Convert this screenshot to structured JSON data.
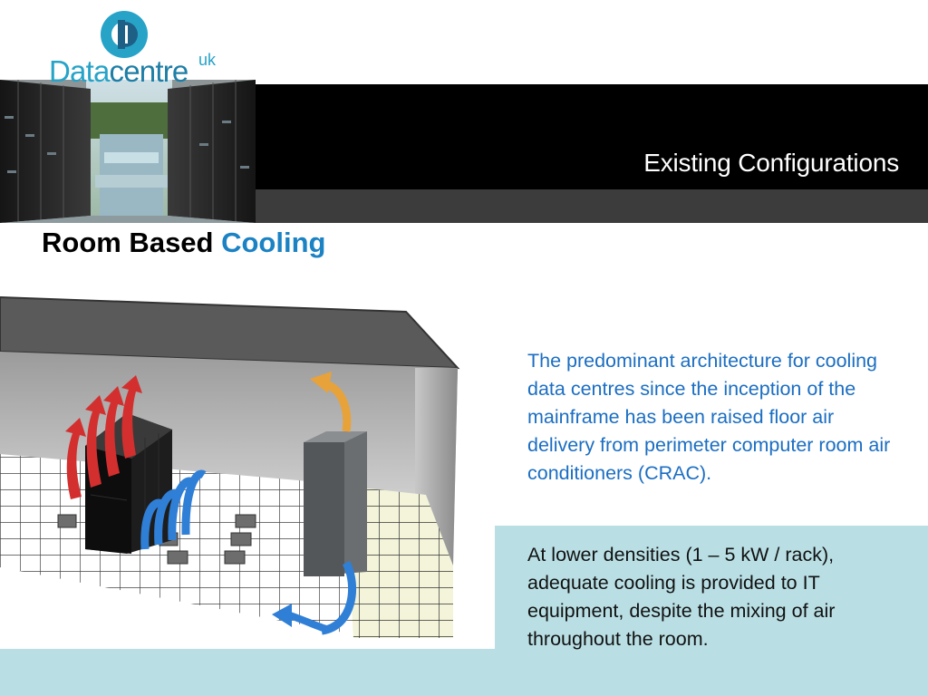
{
  "logo": {
    "brand_main": "Data",
    "brand_light": "centre",
    "brand_suffix": "uk"
  },
  "header": {
    "title": "Existing Configurations"
  },
  "slide": {
    "title_part1": "Room Based ",
    "title_part2": "Cooling"
  },
  "content": {
    "paragraph_1": "The predominant architecture for cooling data centres since the inception of the mainframe has been raised floor air delivery from perimeter computer room air conditioners (CRAC).",
    "paragraph_2": "At lower densities (1 – 5 kW / rack), adequate cooling is provided to IT equipment, despite the mixing of air throughout the room."
  },
  "colors": {
    "brand_blue": "#27a3c8",
    "title_accent": "#1b82c4",
    "body_blue": "#1b6ec2",
    "panel_bg": "#b9dfe4",
    "header_black": "#000000"
  },
  "icons": {
    "logo_mark": "datacentre-d-logo-icon",
    "hot_air": "red-arrow-icon",
    "cold_air": "blue-arrow-icon",
    "return_air": "orange-arrow-icon"
  }
}
